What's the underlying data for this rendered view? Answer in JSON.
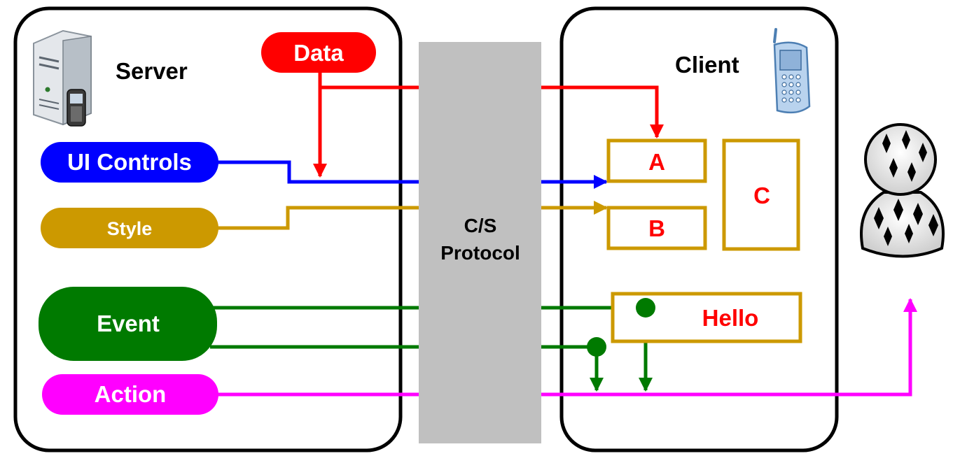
{
  "server": {
    "label": "Server",
    "icon": "server-with-phone-icon"
  },
  "client": {
    "label": "Client",
    "icon": "mobile-phone-icon"
  },
  "protocol": {
    "line1": "C/S",
    "line2": "Protocol"
  },
  "pills": {
    "data": "Data",
    "ui_controls": "UI Controls",
    "style": "Style",
    "event": "Event",
    "action": "Action"
  },
  "widgets": {
    "a": "A",
    "b": "B",
    "c": "C",
    "hello": "Hello"
  },
  "user": {
    "icon": "user-avatar-icon"
  },
  "colors": {
    "data": "#ff0000",
    "ui_controls": "#0000ff",
    "style": "#cc9900",
    "event": "#007a00",
    "action": "#ff00ff",
    "protocol": "#c0c0c0",
    "widget_border": "#cc9900",
    "widget_text": "#ff0000"
  }
}
